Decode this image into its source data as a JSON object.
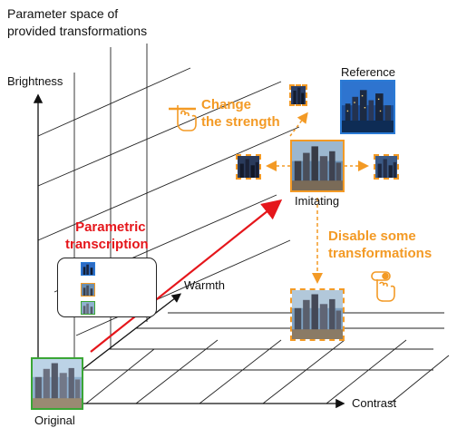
{
  "title_line1": "Parameter space of",
  "title_line2": "provided transformations",
  "axis": {
    "brightness": "Brightness",
    "warmth": "Warmth",
    "contrast": "Contrast"
  },
  "labels": {
    "reference": "Reference",
    "imitating": "Imitating",
    "original": "Original"
  },
  "annotations": {
    "change_strength_1": "Change",
    "change_strength_2": "the strength",
    "disable_1": "Disable some",
    "disable_2": "transformations",
    "parametric_1": "Parametric",
    "parametric_2": "transcription"
  },
  "colors": {
    "orange": "#f39a25",
    "red": "#e5161b",
    "green": "#3aa635",
    "blue": "#2b7bd6"
  },
  "icons": [
    "hand-pointer-icon",
    "hand-slider-icon",
    "hand-toggle-icon",
    "instagram-icon",
    "3d-plot-icon",
    "city-skyline-image"
  ]
}
